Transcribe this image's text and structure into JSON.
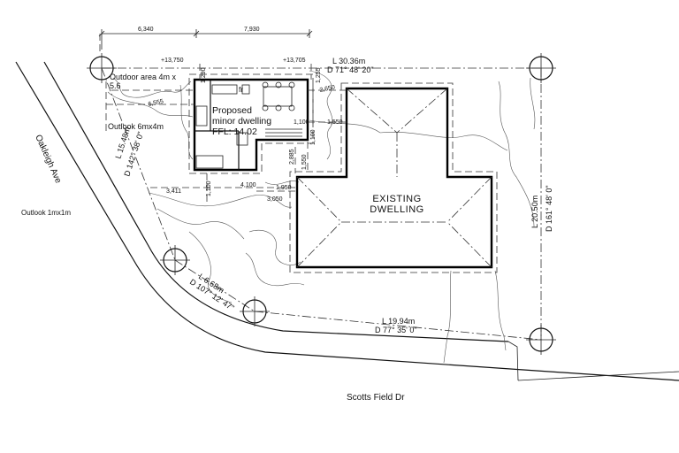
{
  "labels": {
    "road_left": "Oakleigh Ave",
    "road_bottom": "Scotts Field Dr",
    "existing_dwelling_l1": "EXISTING",
    "existing_dwelling_l2": "DWELLING",
    "proposed_l1": "Proposed",
    "proposed_l2": "minor dwelling",
    "proposed_ffl": "FFL: 14.02",
    "outdoor_area_l1": "Outdoor area 4m x",
    "outdoor_area_l2": "5.6",
    "outlook_6x4": "Outlook 6mx4m",
    "outlook_1x1": "Outlook 1mx1m",
    "fridge": "fr"
  },
  "boundaries": {
    "top_length": "L 30.36m",
    "top_bearing": "D 71° 48' 20\"",
    "right_length": "L 20.50m",
    "right_bearing": "D 161° 48' 0\"",
    "left_length": "L 15.48m",
    "left_bearing": "D 142° 38' 0\"",
    "corner_length": "L 6.68m",
    "corner_bearing": "D 107° 12' 47\"",
    "bottom_length": "L 19.94m",
    "bottom_bearing": "D 77° 35' 0\""
  },
  "levels": {
    "rl_left": "+13,750",
    "rl_right": "+13,705"
  },
  "dimensions": {
    "top_left": "6,340",
    "top_right": "7,930",
    "d_1290": "1,290",
    "d_6555": "6,555",
    "d_2650": "2,650",
    "d_1255": "1,255",
    "d_1100": "1,100",
    "d_1550a": "1,550",
    "d_1100b": "1,100",
    "d_2885": "2,885",
    "d_1550b": "1,550",
    "d_3411": "3,411",
    "d_1100c": "1,100",
    "d_4100": "4,100",
    "d_1950": "1,950",
    "d_3050": "3,050"
  }
}
